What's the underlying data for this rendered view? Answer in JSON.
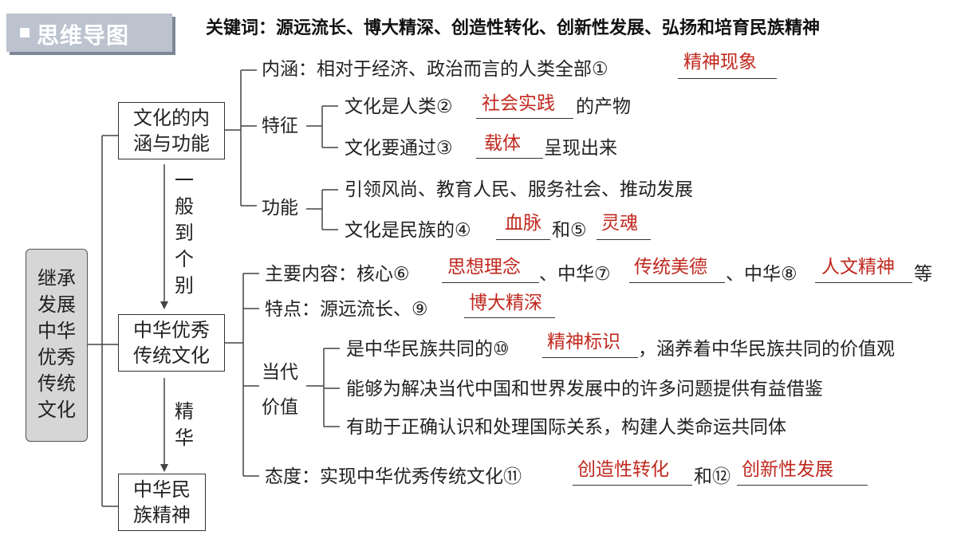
{
  "header": {
    "title": "思维导图",
    "keywords": "关键词：源远流长、博大精深、创造性转化、创新性发展、弘扬和培育民族精神"
  },
  "root": {
    "lines": [
      "继承",
      "发展",
      "中华",
      "优秀",
      "传统",
      "文化"
    ]
  },
  "nodes": {
    "culture": {
      "line1": "文化的内",
      "line2": "涵与功能"
    },
    "traditional": {
      "line1": "中华优秀",
      "line2": "传统文化"
    },
    "spirit": {
      "line1": "中华民",
      "line2": "族精神"
    }
  },
  "arrows": {
    "general_to_specific": [
      "一",
      "般",
      "到",
      "个",
      "别"
    ],
    "essence": [
      "精",
      "华"
    ]
  },
  "culture_branch": {
    "connotation": {
      "text": "内涵：相对于经济、政治而言的人类全部①",
      "answer": "精神现象"
    },
    "feature": {
      "label": "特征",
      "item1_pre": "文化是人类②",
      "item1_answer": "社会实践",
      "item1_post": "的产物",
      "item2_pre": "文化要通过③",
      "item2_answer": "载体",
      "item2_post": "呈现出来"
    },
    "function": {
      "label": "功能",
      "item1": "引领风尚、教育人民、服务社会、推动发展",
      "item2_pre": "文化是民族的④",
      "item2_answer": "血脉",
      "item2_mid": "和⑤",
      "item2_answer2": "灵魂"
    }
  },
  "traditional_branch": {
    "content": {
      "pre": "主要内容：核心⑥",
      "answer6": "思想理念",
      "mid1": "、中华⑦",
      "answer7": "传统美德",
      "mid2": "、中华⑧",
      "answer8": "人文精神",
      "post": "等"
    },
    "trait": {
      "pre": "特点：源远流长、⑨",
      "answer": "博大精深"
    },
    "value": {
      "label1": "当代",
      "label2": "价值",
      "item1_pre": "是中华民族共同的⑩",
      "item1_answer": "精神标识",
      "item1_post": "，涵养着中华民族共同的价值观",
      "item2": "能够为解决当代中国和世界发展中的许多问题提供有益借鉴",
      "item3": "有助于正确认识和处理国际关系，构建人类命运共同体"
    },
    "attitude": {
      "pre": "态度：实现中华优秀传统文化⑪",
      "answer11": "创造性转化",
      "mid": "和⑫",
      "answer12": "创新性发展"
    }
  }
}
